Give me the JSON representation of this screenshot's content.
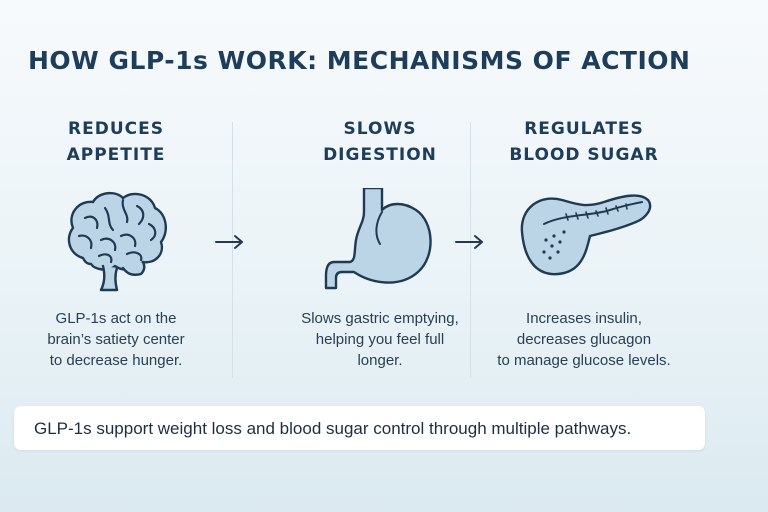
{
  "title": "HOW GLP-1s WORK: MECHANISMS OF ACTION",
  "columns": [
    {
      "heading_lines": [
        "REDUCES",
        "APPETITE"
      ],
      "icon": "brain-icon",
      "description_lines": [
        "GLP-1s act on the",
        "brain’s satiety center",
        "to decrease hunger."
      ]
    },
    {
      "heading_lines": [
        "SLOWS",
        "DIGESTION"
      ],
      "icon": "stomach-icon",
      "description_lines": [
        "Slows gastric emptying,",
        "helping you feel full",
        "longer."
      ]
    },
    {
      "heading_lines": [
        "REGULATES",
        "BLOOD SUGAR"
      ],
      "icon": "pancreas-icon",
      "description_lines": [
        "Increases insulin,",
        "decreases glucagon",
        "to manage glucose levels."
      ]
    }
  ],
  "arrows": [
    "arrow-right-icon",
    "arrow-right-icon"
  ],
  "summary": "GLP-1s support weight loss and blood sugar control through multiple pathways.",
  "colors": {
    "heading": "#1e3d5a",
    "icon_fill": "#bcd5e6",
    "icon_stroke": "#1f3a52",
    "summary_bg": "#ffffff"
  }
}
